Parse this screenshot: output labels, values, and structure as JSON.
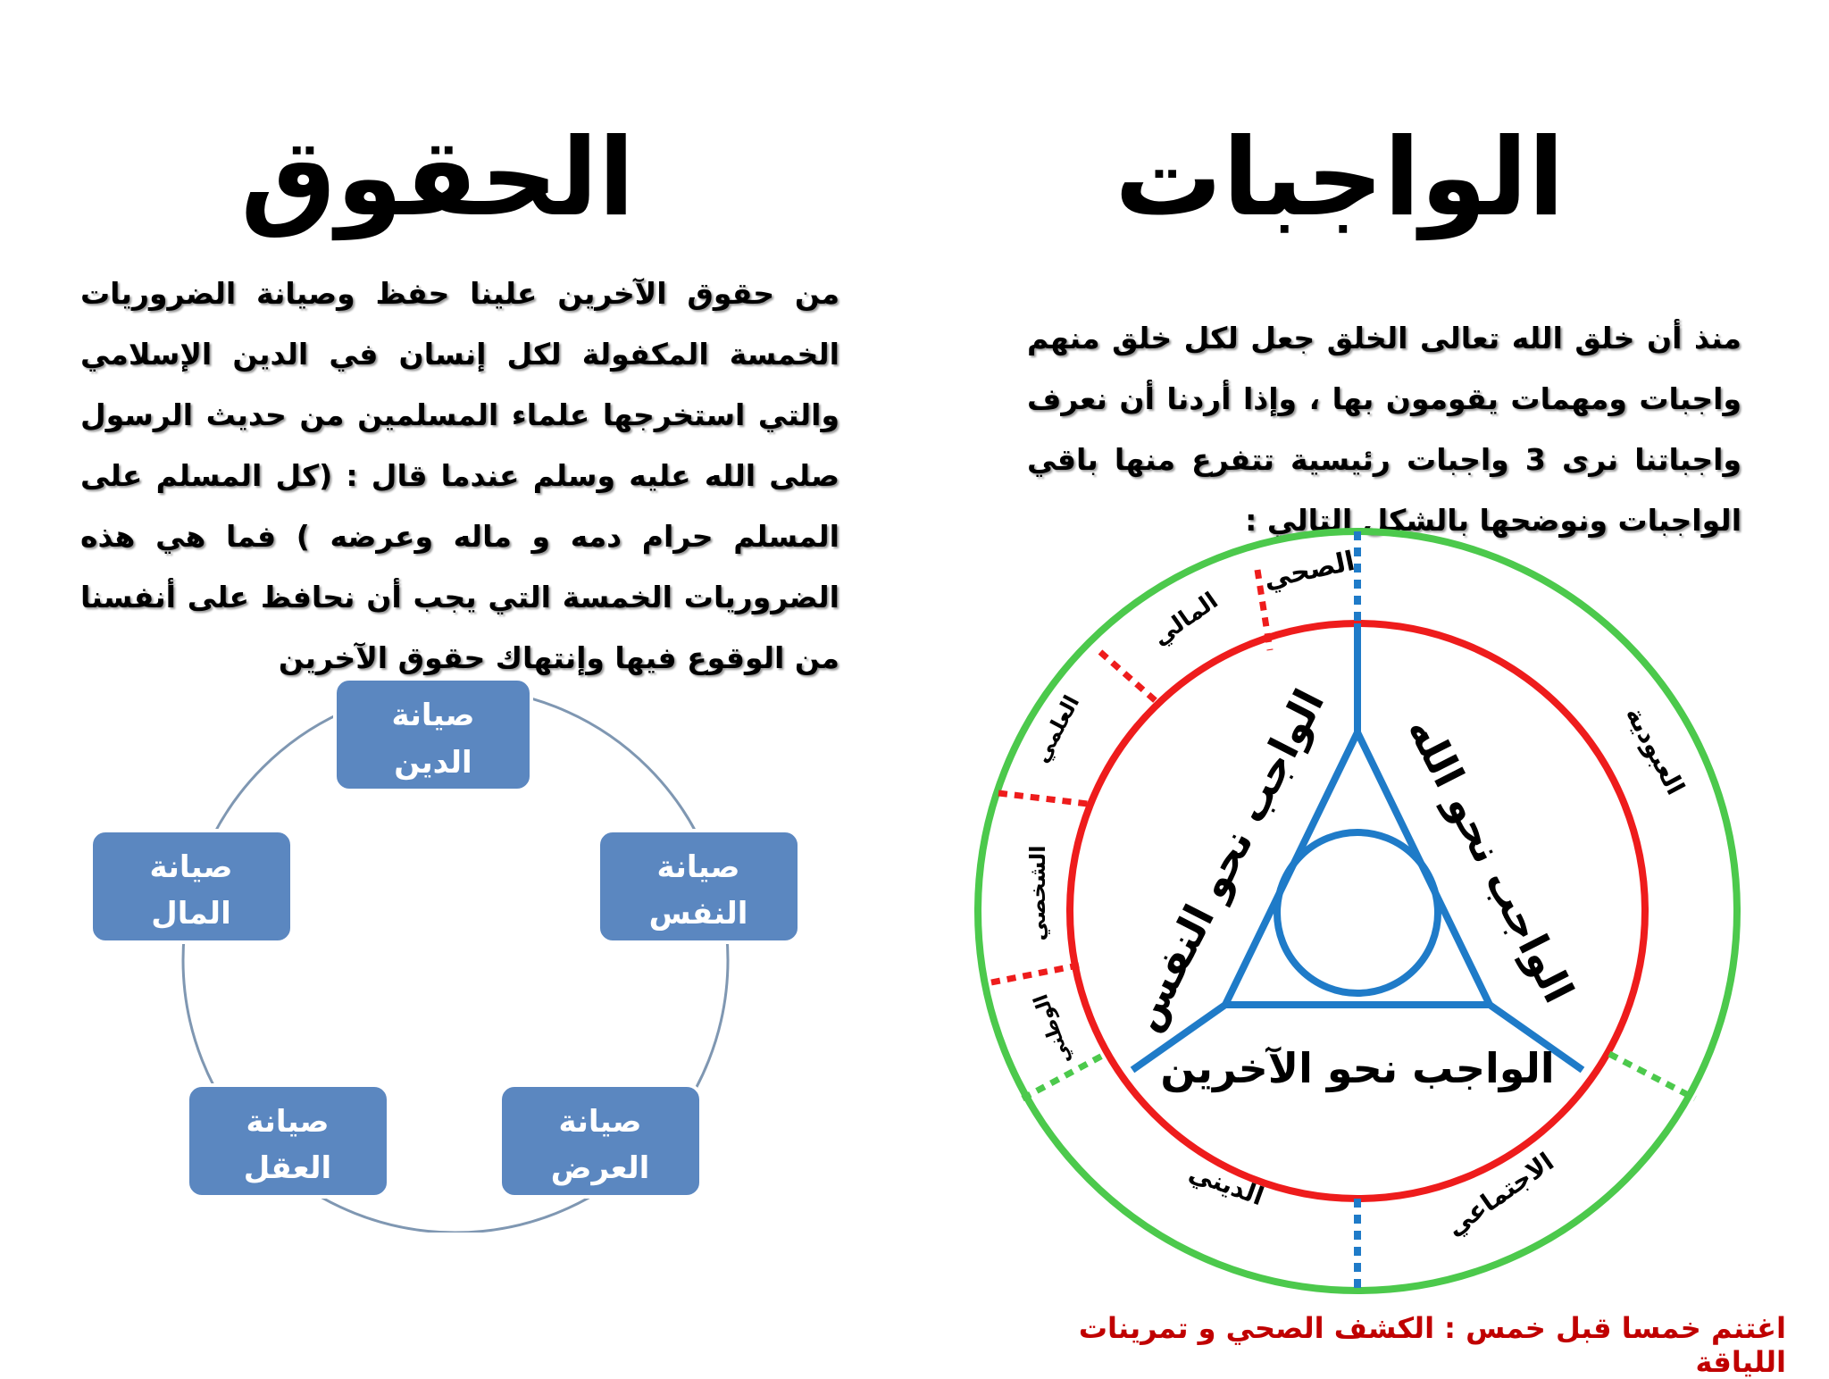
{
  "left": {
    "title": "الحقوق",
    "paragraph": "من حقوق الآخرين علينا حفظ وصيانة الضروريات الخمسة المكفولة لكل إنسان في الدين الإسلامي والتي استخرجها علماء المسلمين من حديث الرسول صلى الله عليه وسلم عندما قال : (كل المسلم على المسلم حرام دمه و ماله وعرضه ) فما هي هذه الضروريات الخمسة التي يجب أن نحافظ على أنفسنا من الوقوع فيها وإنتهاك حقوق الآخرين",
    "cycle": [
      {
        "line1": "صيانة",
        "line2": "الدين"
      },
      {
        "line1": "صيانة",
        "line2": "النفس"
      },
      {
        "line1": "صيانة",
        "line2": "العرض"
      },
      {
        "line1": "صيانة",
        "line2": "العقل"
      },
      {
        "line1": "صيانة",
        "line2": "المال"
      }
    ]
  },
  "right": {
    "title": "الواجبات",
    "paragraph": "منذ أن خلق الله تعالى الخلق جعل لكل خلق منهم واجبات ومهمات يقومون بها ، وإذا أردنا أن نعرف واجباتنا نرى 3 واجبات رئيسية تتفرع منها باقي الواجبات ونوضحها بالشكل التالي :",
    "wheel": {
      "inner": {
        "god": "الواجب نحو الله",
        "self": "الواجب نحو النفس",
        "others": "الواجب نحو الآخرين"
      },
      "outer": {
        "health": "الصحي",
        "financial": "المالي",
        "scientific": "العلمي",
        "personal": "الشخصي",
        "national": "الوطني",
        "worship": "العبودية",
        "social": "الاجتماعي",
        "religious": "الديني"
      },
      "colors": {
        "outer_ring": "#4cc94c",
        "middle_ring": "#ee1c1c",
        "inner": "#1f7bc8"
      }
    }
  },
  "footer": "اغتنم خمسا قبل خمس : الكشف الصحي و تمرينات اللياقة",
  "colors": {
    "box_fill": "#5b87c0",
    "cycle_ring": "#7f97b2",
    "footer": "#c00000"
  }
}
